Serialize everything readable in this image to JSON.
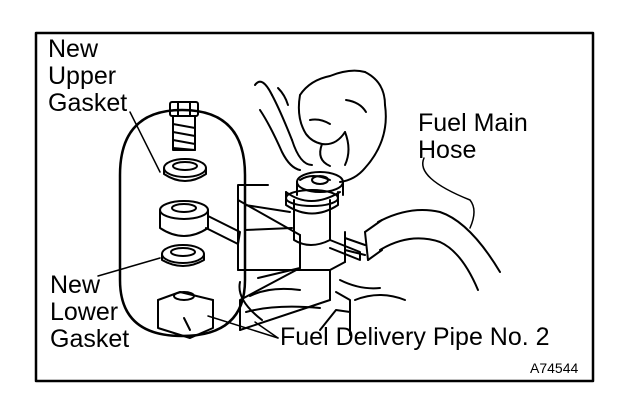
{
  "labels": {
    "new_upper_gasket": [
      "New",
      "Upper",
      "Gasket"
    ],
    "fuel_main_hose": [
      "Fuel Main",
      "Hose"
    ],
    "new_lower_gasket": [
      "New",
      "Lower",
      "Gasket"
    ],
    "fuel_delivery_pipe": "Fuel Delivery Pipe No. 2"
  },
  "figure_code": "A74544"
}
